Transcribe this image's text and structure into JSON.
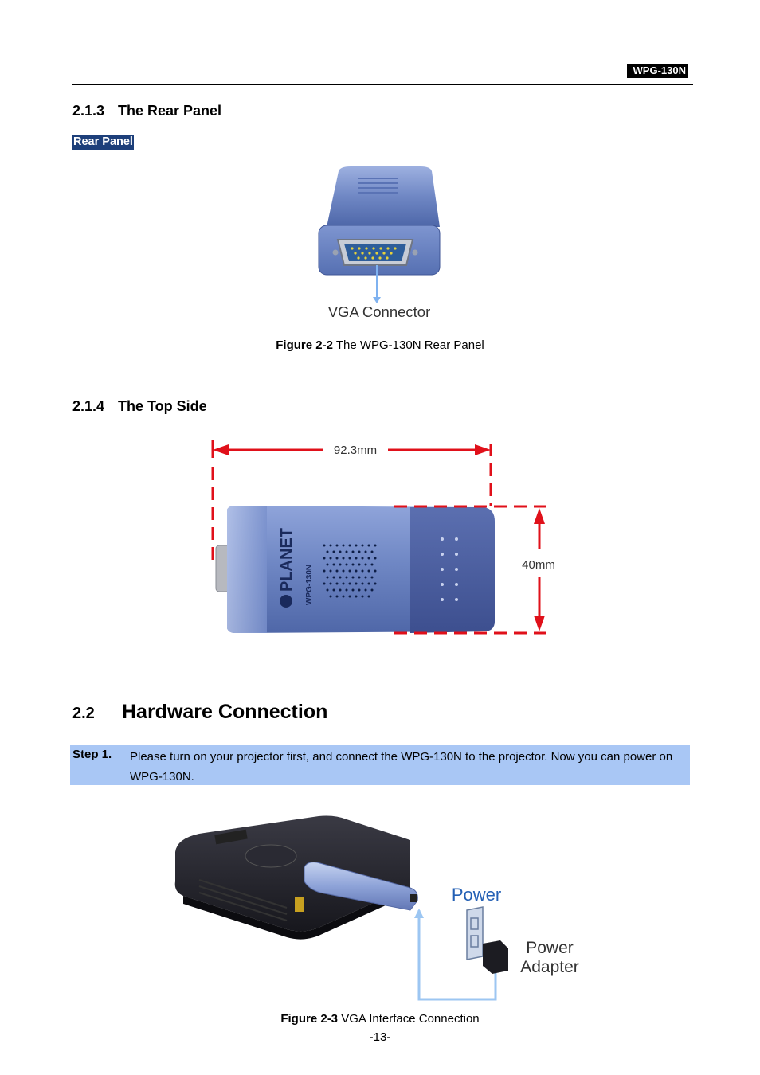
{
  "header": {
    "model": "WPG-130N"
  },
  "rear_panel_section": {
    "number": "2.1.3",
    "title": "The Rear Panel",
    "label": "Rear Panel",
    "callout": "VGA Connector",
    "caption_bold": "Figure 2-2",
    "caption_text": " The WPG-130N Rear Panel"
  },
  "top_side_section": {
    "number": "2.1.4",
    "title": "The Top Side",
    "width_dim": "92.3mm",
    "height_dim": "40mm",
    "device_brand": "PLANET",
    "device_model": "WPG-130N"
  },
  "hardware_section": {
    "number": "2.2",
    "title": "Hardware Connection",
    "step_label": "Step 1.",
    "step_text": "Please turn on your projector first, and connect the WPG-130N to the projector. Now you can power on WPG-130N.",
    "power_label": "Power",
    "adapter_label_1": "Power",
    "adapter_label_2": "Adapter",
    "caption_bold": "Figure 2-3",
    "caption_text": " VGA Interface Connection"
  },
  "footer": {
    "page_number": "-13-"
  },
  "colors": {
    "label_bg": "#1d3f7a",
    "step_bg": "#a9c7f5",
    "dimension_red": "#e0101a",
    "device_blue": "#6f87c4"
  }
}
